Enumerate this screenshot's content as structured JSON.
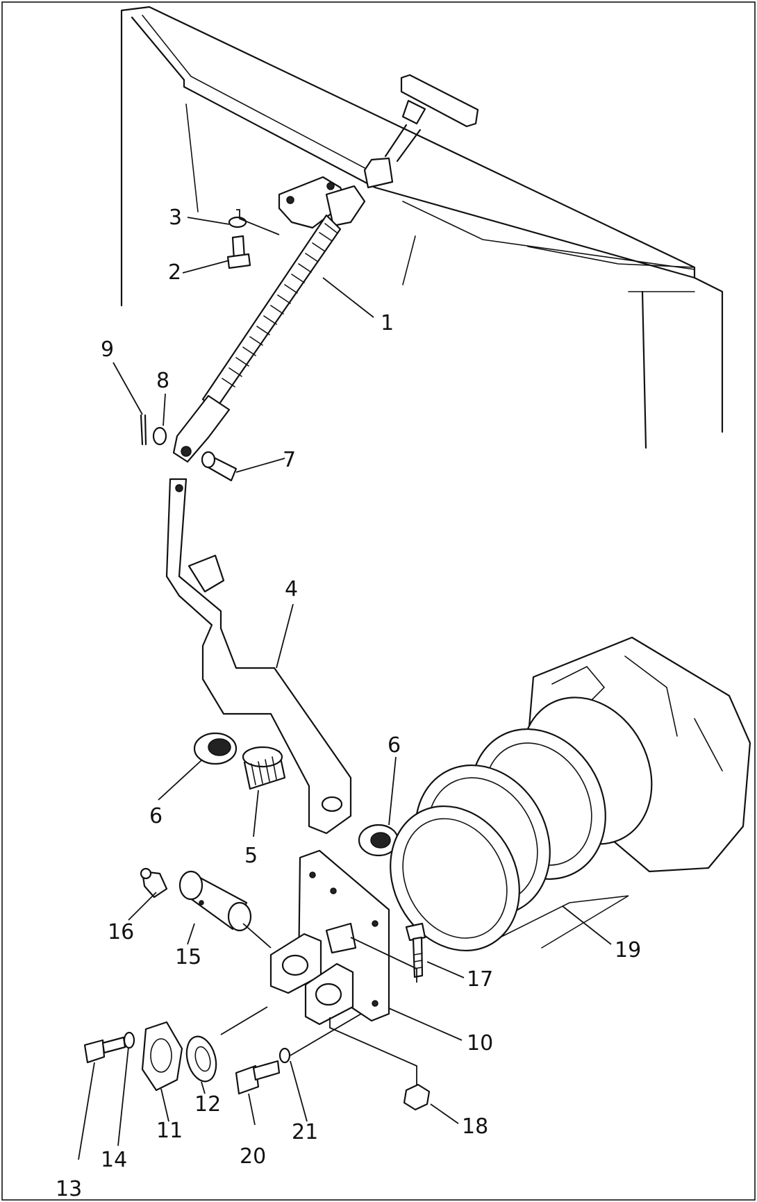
{
  "callouts": [
    {
      "id": "c1",
      "label": "1"
    },
    {
      "id": "c2",
      "label": "2"
    },
    {
      "id": "c3",
      "label": "3"
    },
    {
      "id": "c4",
      "label": "4"
    },
    {
      "id": "c5",
      "label": "5"
    },
    {
      "id": "c6a",
      "label": "6"
    },
    {
      "id": "c6b",
      "label": "6"
    },
    {
      "id": "c7",
      "label": "7"
    },
    {
      "id": "c8",
      "label": "8"
    },
    {
      "id": "c9",
      "label": "9"
    },
    {
      "id": "c10",
      "label": "10"
    },
    {
      "id": "c11",
      "label": "11"
    },
    {
      "id": "c12",
      "label": "12"
    },
    {
      "id": "c13",
      "label": "13"
    },
    {
      "id": "c14",
      "label": "14"
    },
    {
      "id": "c15",
      "label": "15"
    },
    {
      "id": "c16",
      "label": "16"
    },
    {
      "id": "c17",
      "label": "17"
    },
    {
      "id": "c18",
      "label": "18"
    },
    {
      "id": "c19",
      "label": "19"
    },
    {
      "id": "c20",
      "label": "20"
    },
    {
      "id": "c21",
      "label": "21"
    }
  ]
}
